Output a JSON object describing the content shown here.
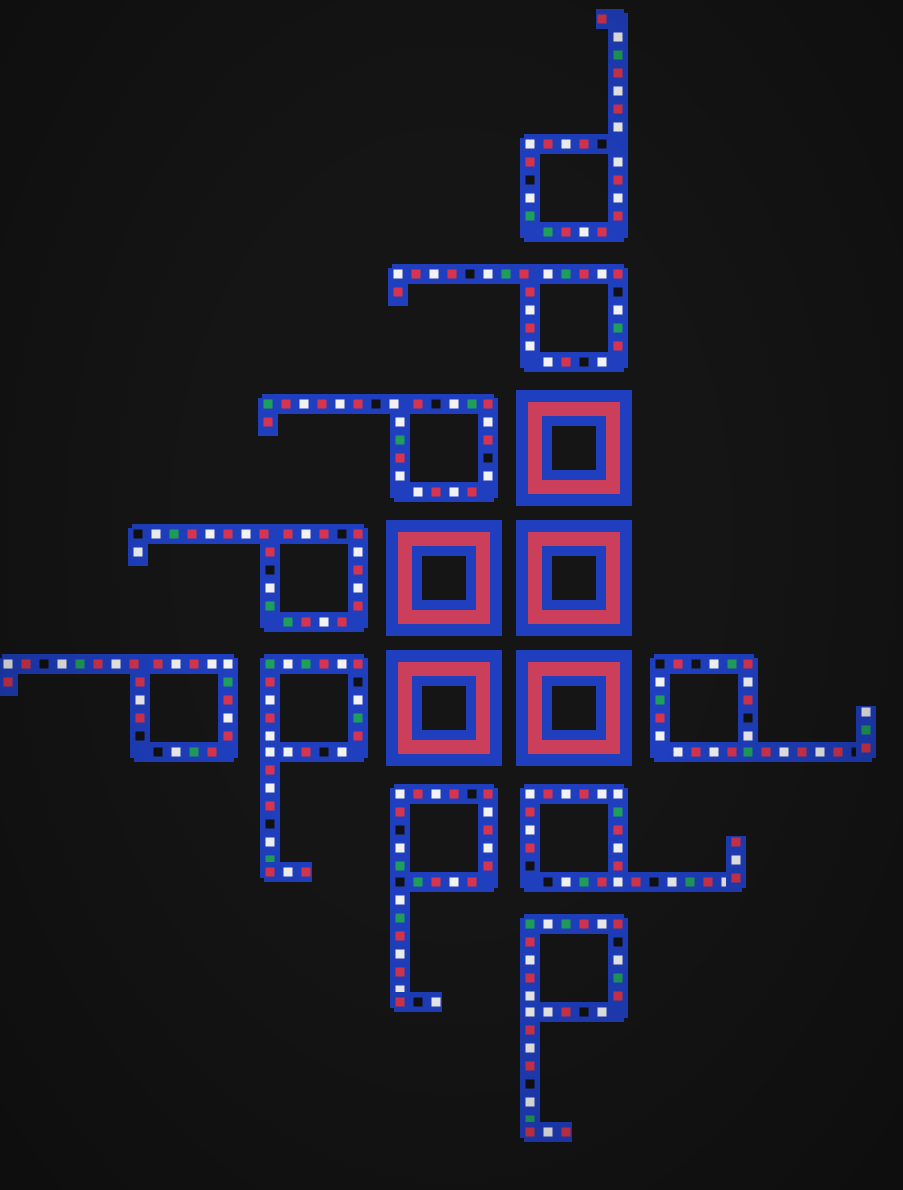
{
  "scene": {
    "description_free": true,
    "colors": {
      "background": "#151515",
      "outer": "#1f3fbf",
      "inner": "#cc3f5a",
      "dot_white": "#f2f2f2",
      "dot_red": "#d8344d",
      "dot_green": "#1fa05a",
      "dot_black": "#111111",
      "center_hole": "#151515"
    },
    "glyphs": [
      {
        "kind": "square-open",
        "row": 0,
        "col": 0,
        "tail": "up-right",
        "style": "dotted"
      },
      {
        "kind": "square-open",
        "row": 1,
        "col": 0,
        "tail": "left",
        "style": "dotted"
      },
      {
        "kind": "square-open",
        "row": 2,
        "col": -1,
        "tail": "left",
        "style": "dotted"
      },
      {
        "kind": "square-solid",
        "row": 2,
        "col": 0,
        "tail": "none",
        "style": "solid"
      },
      {
        "kind": "square-open",
        "row": 3,
        "col": -2,
        "tail": "left",
        "style": "dotted"
      },
      {
        "kind": "square-solid",
        "row": 3,
        "col": -1,
        "tail": "none",
        "style": "solid"
      },
      {
        "kind": "square-solid",
        "row": 3,
        "col": 0,
        "tail": "none",
        "style": "solid"
      },
      {
        "kind": "square-open",
        "row": 4,
        "col": -3,
        "tail": "left",
        "style": "dotted"
      },
      {
        "kind": "square-open",
        "row": 4,
        "col": -2,
        "tail": "down",
        "style": "dotted"
      },
      {
        "kind": "square-solid",
        "row": 4,
        "col": -1,
        "tail": "none",
        "style": "solid"
      },
      {
        "kind": "square-solid",
        "row": 4,
        "col": 0,
        "tail": "none",
        "style": "solid"
      },
      {
        "kind": "square-open",
        "row": 4,
        "col": 1,
        "tail": "right",
        "style": "dotted"
      },
      {
        "kind": "square-open",
        "row": 5,
        "col": -1,
        "tail": "down",
        "style": "dotted"
      },
      {
        "kind": "square-open",
        "row": 5,
        "col": 0,
        "tail": "right",
        "style": "dotted"
      },
      {
        "kind": "square-open",
        "row": 6,
        "col": 0,
        "tail": "down",
        "style": "dotted"
      }
    ]
  }
}
